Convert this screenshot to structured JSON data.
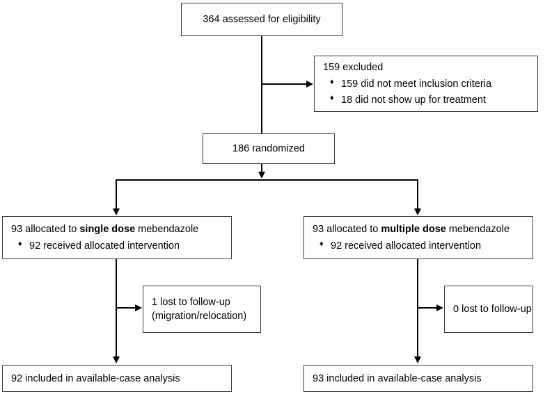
{
  "diagram": {
    "type": "consort-flow-diagram",
    "bullet_glyph": "♦",
    "line_color": "#000000",
    "box_border_color": "#3a3a3a",
    "background": "#ffffff",
    "nodes": {
      "assessed": {
        "text": "364 assessed for eligibility"
      },
      "excluded": {
        "heading": "159 excluded",
        "bullets": [
          "159 did not meet inclusion criteria",
          "18 did not show up for treatment"
        ]
      },
      "randomized": {
        "text": "186 randomized"
      },
      "allocated_left": {
        "prefix": "93 allocated to ",
        "emphasis": "single dose",
        "suffix": " mebendazole",
        "bullets": [
          "92 received allocated intervention"
        ]
      },
      "allocated_right": {
        "prefix": "93 allocated to ",
        "emphasis": "multiple dose",
        "suffix": " mebendazole",
        "bullets": [
          "92 received allocated intervention"
        ]
      },
      "lost_left": {
        "line1": "1 lost to follow-up",
        "line2": "(migration/relocation)"
      },
      "lost_right": {
        "line1": "0 lost to follow-up"
      },
      "analysis_left": {
        "text": "92 included in available-case analysis"
      },
      "analysis_right": {
        "text": "93 included in available-case analysis"
      }
    }
  }
}
